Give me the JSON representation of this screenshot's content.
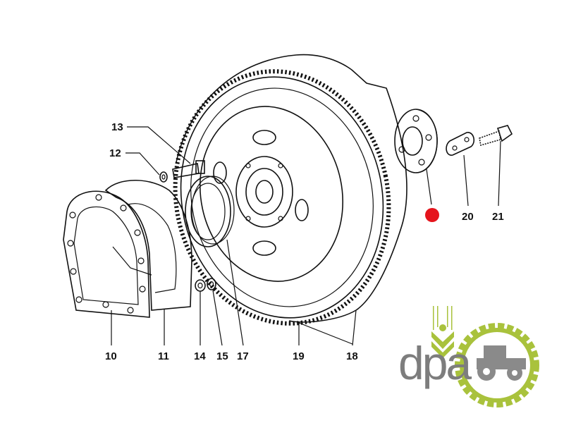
{
  "diagram": {
    "labels": {
      "p10": "10",
      "p11": "11",
      "p12": "12",
      "p13": "13",
      "p14": "14",
      "p15": "15",
      "p17": "17",
      "p18": "18",
      "p19": "19",
      "p20": "20",
      "p21": "21"
    },
    "marker_color": "#e5141c"
  },
  "logo": {
    "text": "dpa",
    "green": "#a9c23c",
    "gray": "#7d7d7d"
  }
}
